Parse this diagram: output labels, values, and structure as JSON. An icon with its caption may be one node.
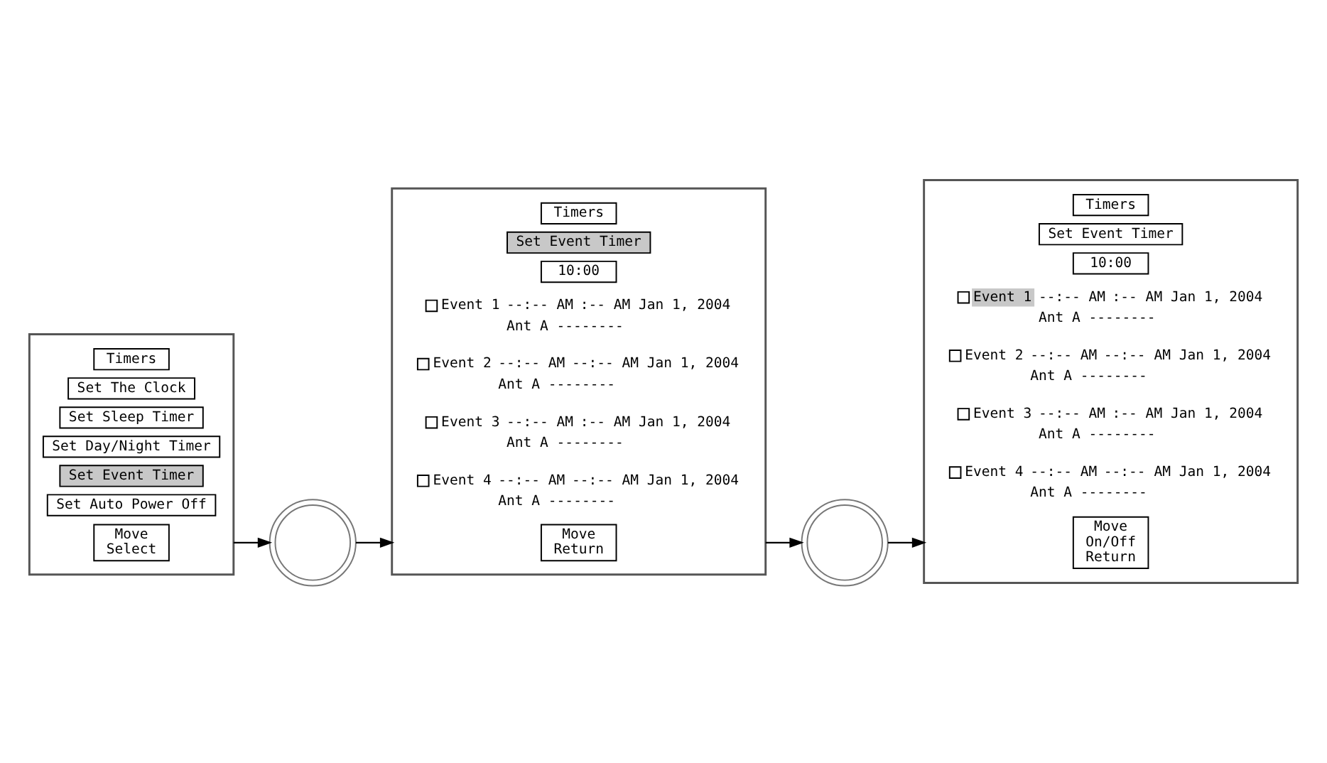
{
  "diagram": {
    "nodes": [
      {
        "text": [],
        "shape": "box"
      },
      {
        "text": [
          "Timers"
        ],
        "in": 0
      },
      {
        "text": [
          "Set The Clock"
        ],
        "in": 0
      },
      {
        "text": [
          "Set Sleep Timer"
        ],
        "in": 0
      },
      {
        "text": [
          "Set Day/Night Timer"
        ],
        "in": 0
      },
      {
        "text": [
          "Set Event Timer"
        ],
        "in": 0
      },
      {
        "text": [
          "Set Auto Power Off"
        ],
        "in": 0
      },
      {
        "text": [
          "Move",
          "Select"
        ],
        "in": 0
      },
      {
        "text": [],
        "shape": "picture"
      },
      {
        "text": [],
        "shape": "box"
      },
      {
        "text": [
          "Timers"
        ],
        "in": 9
      },
      {
        "text": [
          "Set Event Timer"
        ],
        "in": 9
      },
      {
        "text": [
          "10:00"
        ],
        "in": 9
      },
      {
        "text": [
          "Move",
          "Return"
        ],
        "in": 9
      },
      {
        "text": [],
        "shape": "picture"
      },
      {
        "text": [],
        "shape": "box"
      },
      {
        "text": [
          "Timers"
        ],
        "in": 15
      },
      {
        "text": [
          "Set Event Timer"
        ],
        "in": 15
      },
      {
        "text": [
          "10:00"
        ],
        "in": 15
      },
      {
        "text": [
          "Move",
          "On/Off",
          "Return"
        ],
        "in": 15
      }
    ],
    "edges": [
      {
        "from": 0,
        "to": 8,
        "arrow": "to"
      },
      {
        "from": 8,
        "to": 9,
        "arrow": "to"
      },
      {
        "from": 9,
        "to": 14,
        "arrow": "to"
      },
      {
        "from": 14,
        "to": 15,
        "arrow": "to"
      }
    ],
    "labels": [
      "Event 1",
      "--:-- AM",
      ":-- AM Jan 1, 2004",
      "Ant A --------",
      "Event 2",
      "--:-- AM",
      "--:-- AM Jan 1, 2004",
      "Ant A --------",
      "Event 3",
      "--:-- AM",
      ":-- AM Jan 1, 2004",
      "Ant A --------",
      "Event 4",
      "--:-- AM",
      "--:-- AM Jan 1, 2004",
      "Ant A --------",
      "Event 1",
      "--:-- AM",
      ":-- AM Jan 1, 2004",
      "Ant A --------",
      "Event 2",
      "--:-- AM",
      "--:-- AM Jan 1, 2004",
      "Ant A --------",
      "Event 3",
      "--:-- AM",
      ":-- AM Jan 1, 2004",
      "Ant A --------",
      "Event 4",
      "--:-- AM",
      "--:-- AM Jan 1, 2004",
      "Ant A --------"
    ]
  }
}
